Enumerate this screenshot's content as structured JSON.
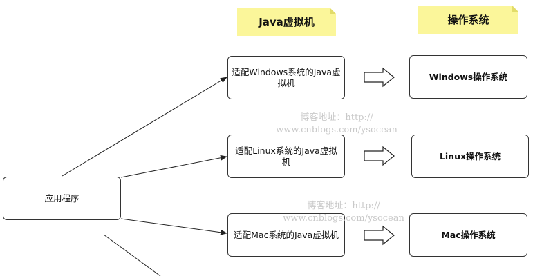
{
  "headers": {
    "jvm": "Java虚拟机",
    "os": "操作系统"
  },
  "app": {
    "label": "应用程序"
  },
  "jvms": [
    {
      "label": "适配Windows系统的Java虚拟机"
    },
    {
      "label": "适配Linux系统的Java虚拟机"
    },
    {
      "label": "适配Mac系统的Java虚拟机"
    }
  ],
  "oses": [
    {
      "label": "Windows操作系统"
    },
    {
      "label": "Linux操作系统"
    },
    {
      "label": "Mac操作系统"
    }
  ],
  "watermark": {
    "line1": "博客地址：http://",
    "line2": "www.cnblogs.com/ysocean"
  },
  "colors": {
    "note": "#fbf69a",
    "border": "#333333",
    "watermark": "#c9c9c9"
  }
}
